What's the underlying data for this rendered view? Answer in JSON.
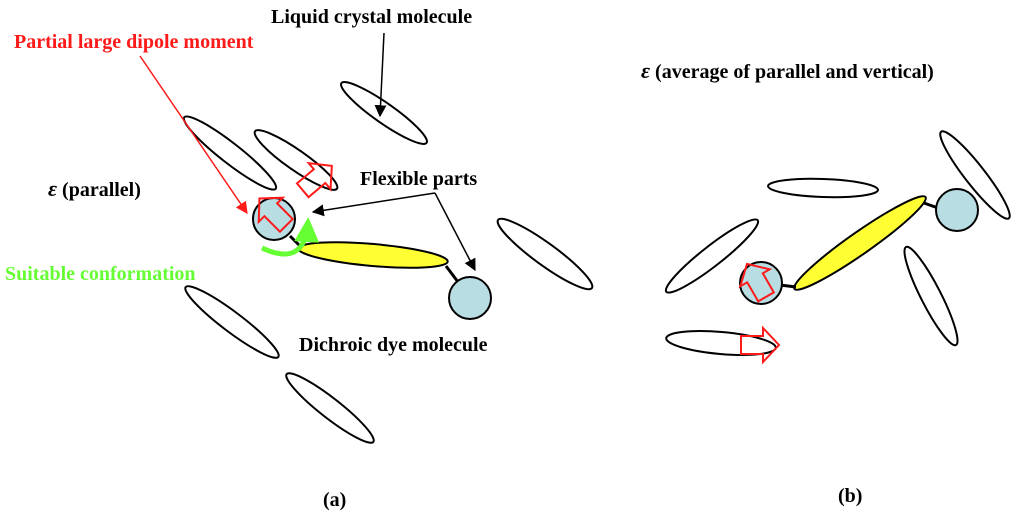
{
  "colors": {
    "dipole": "#ff1a1a",
    "conformation": "#66ff33",
    "dye_body": "#ffff33",
    "dye_head": "#b8dde3",
    "outline": "#000000"
  },
  "panel_a": {
    "lc_label": "Liquid crystal molecule",
    "dipole_label": "Partial large dipole moment",
    "epsilon_symbol": "ε",
    "epsilon_text": "(parallel)",
    "flexible_label": "Flexible parts",
    "conformation_label": "Suitable conformation",
    "dye_label": "Dichroic dye molecule",
    "caption": "(a)"
  },
  "panel_b": {
    "epsilon_symbol": "ε",
    "epsilon_text": "(average of parallel and vertical)",
    "caption": "(b)"
  }
}
